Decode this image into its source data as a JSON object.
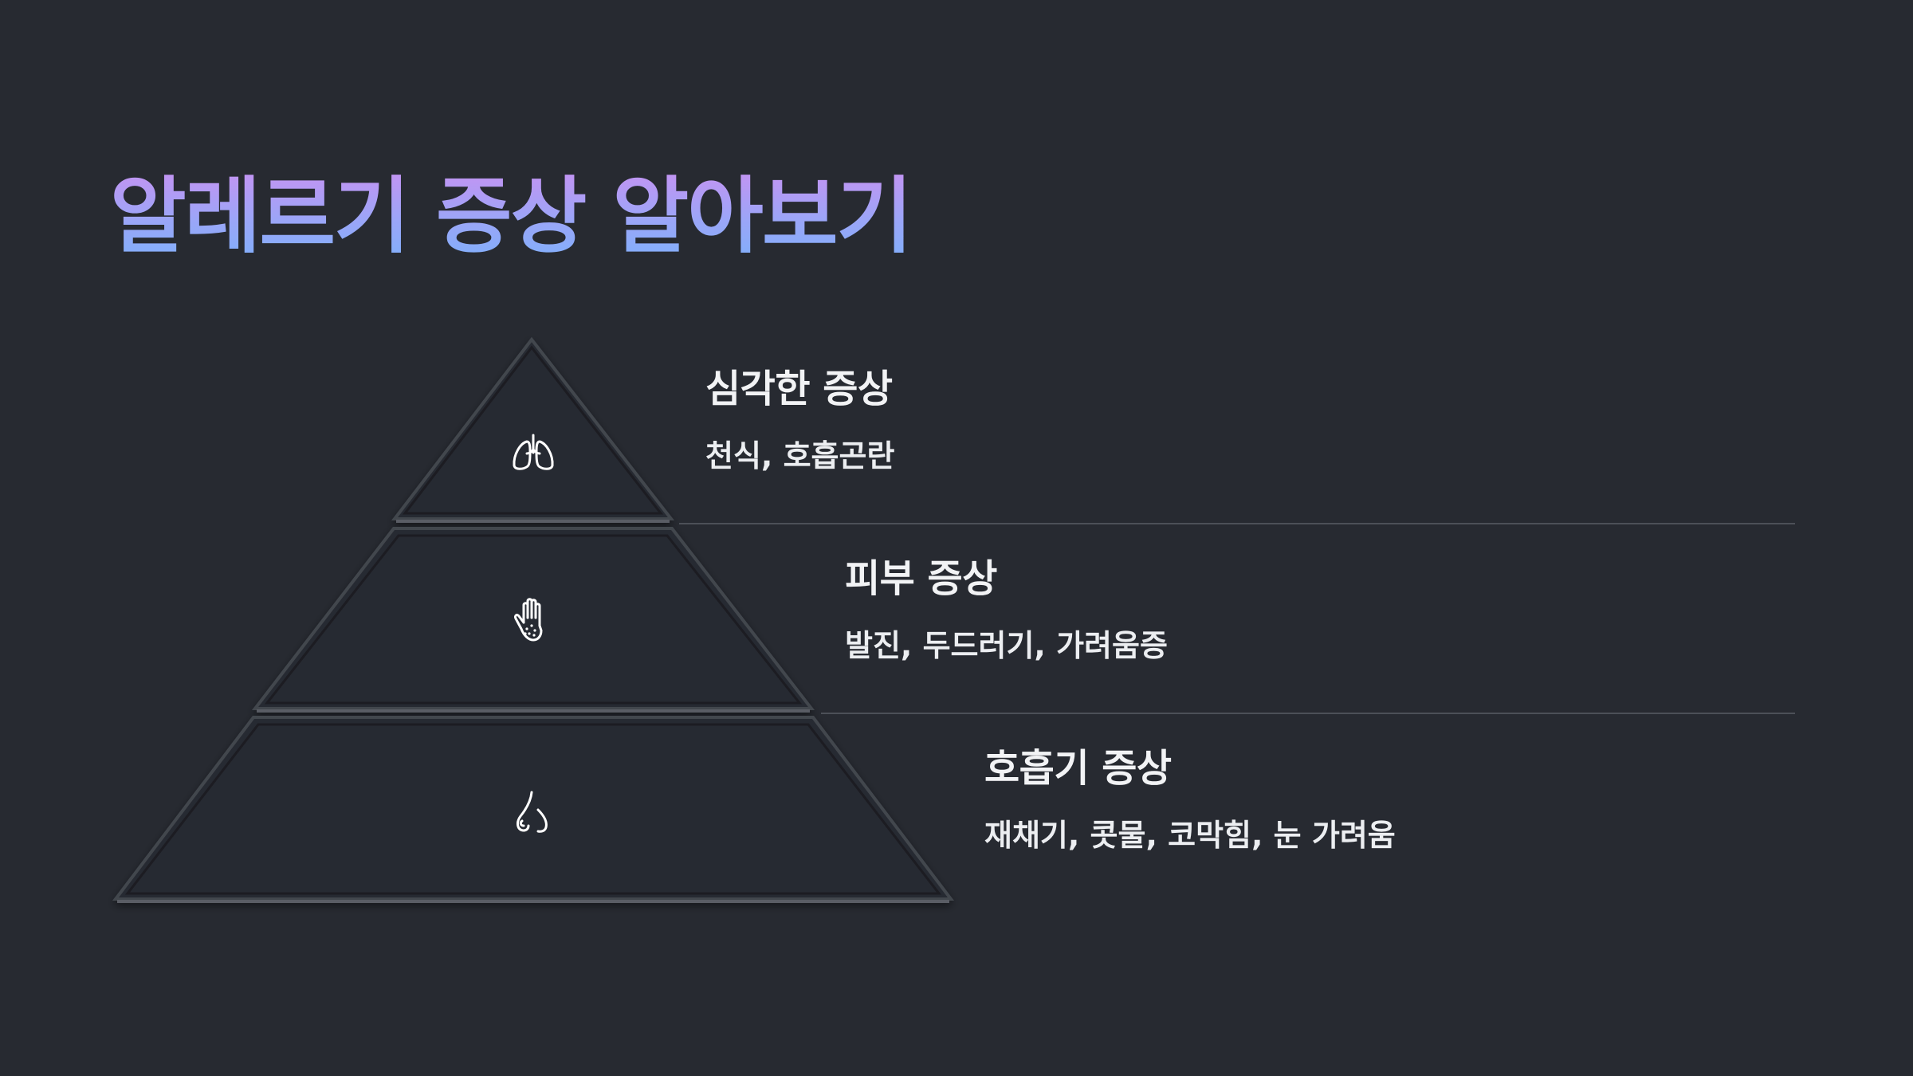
{
  "title": "알레르기 증상 알아보기",
  "levels": [
    {
      "heading": "심각한 증상",
      "description": "천식, 호흡곤란",
      "icon": "lungs-icon"
    },
    {
      "heading": "피부 증상",
      "description": "발진, 두드러기, 가려움증",
      "icon": "hand-rash-icon"
    },
    {
      "heading": "호흡기 증상",
      "description": "재채기, 콧물, 코막힘, 눈 가려움",
      "icon": "nose-icon"
    }
  ],
  "colors": {
    "background": "#272a31",
    "tier_fill": "#262930",
    "title_gradient_start": "#c593f2",
    "title_gradient_end": "#7eb0fb",
    "text": "#f2f3f5",
    "divider": "#4c5058"
  }
}
